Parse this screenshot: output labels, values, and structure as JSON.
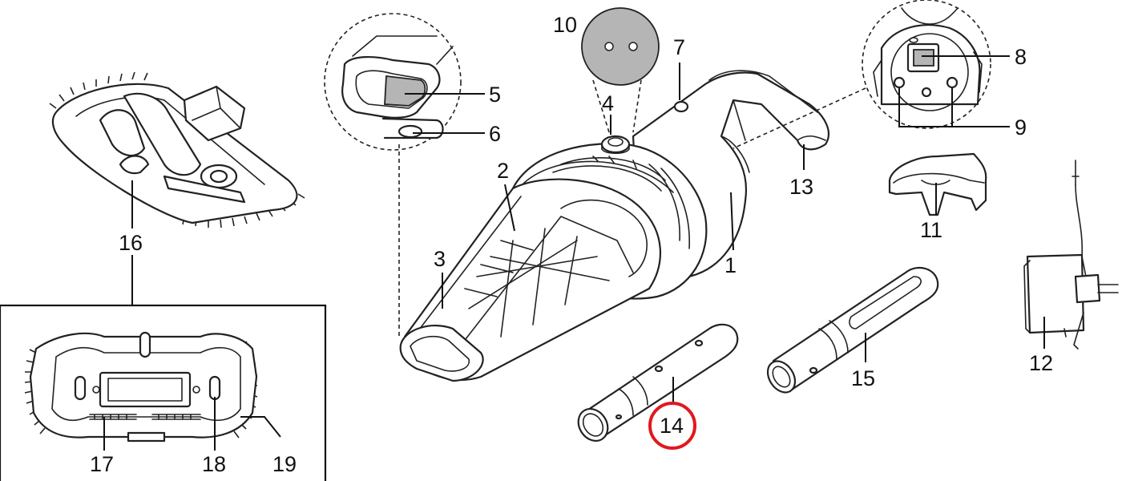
{
  "diagram": {
    "callouts": [
      "1",
      "2",
      "3",
      "4",
      "5",
      "6",
      "7",
      "8",
      "9",
      "10",
      "11",
      "12",
      "13",
      "14",
      "15",
      "16",
      "17",
      "18",
      "19"
    ],
    "highlight": {
      "label": "14",
      "color": "#e0191e"
    },
    "colors": {
      "line": "#222222",
      "shade": "#b5b5b5",
      "background": "#ffffff"
    }
  }
}
